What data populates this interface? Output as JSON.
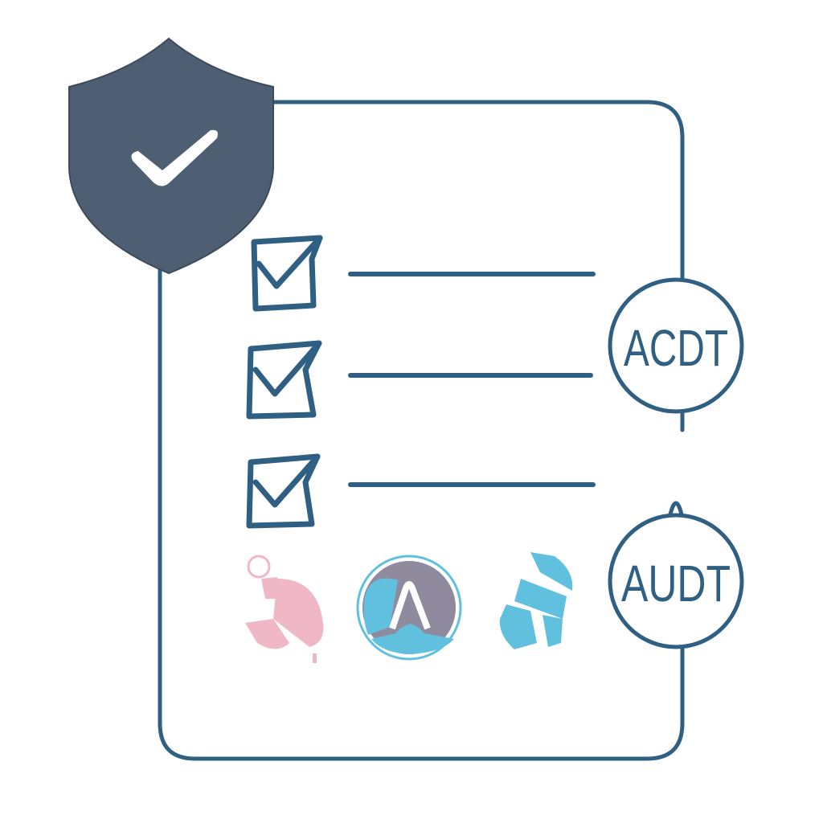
{
  "illustration": {
    "subject": "audit checklist with security shield",
    "colors": {
      "stroke": "#2f5f82",
      "shield": "#4f5f73",
      "background": "#ffffff",
      "pink": "#f0b8c6",
      "cyan": "#62c0df",
      "mauve": "#8f8a9e"
    }
  },
  "shield": {
    "icon": "shield-check-icon"
  },
  "checklist": {
    "items": [
      {
        "checked": true,
        "icon": "checkbox-checked-icon"
      },
      {
        "checked": true,
        "icon": "checkbox-checked-icon"
      },
      {
        "checked": true,
        "icon": "checkbox-checked-icon"
      }
    ]
  },
  "badges": [
    {
      "label": "ACDT"
    },
    {
      "label": "AUDT"
    }
  ],
  "logos": [
    {
      "icon": "pink-abstract-logo-icon"
    },
    {
      "icon": "circle-a-logo-icon"
    },
    {
      "icon": "cyan-blocks-logo-icon"
    }
  ]
}
